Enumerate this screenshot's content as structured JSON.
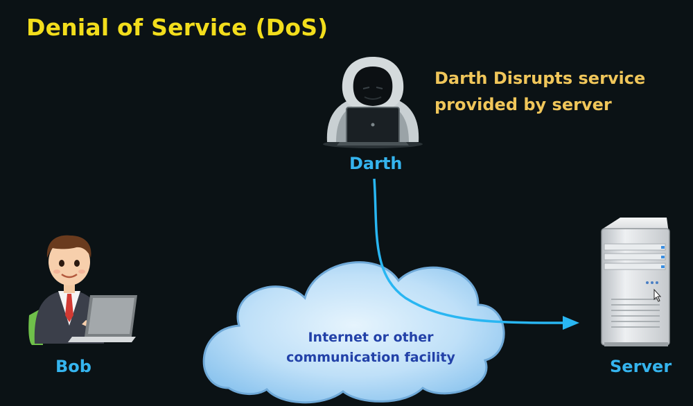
{
  "title": "Denial of Service (DoS)",
  "note": {
    "line1": "Darth Disrupts service",
    "line2": "provided by server"
  },
  "labels": {
    "darth": "Darth",
    "bob": "Bob",
    "server": "Server"
  },
  "cloud": {
    "line1": "Internet or other",
    "line2": "communication facility"
  },
  "colors": {
    "title": "#f2dd1c",
    "note": "#f0c65a",
    "label": "#35b4ee",
    "arrow": "#29b6f2",
    "cloud_fill": "#bfe0f8",
    "cloud_text": "#2241a8",
    "background": "#0b1215"
  },
  "icons": [
    "hooded-hacker-icon",
    "businessman-laptop-icon",
    "server-tower-icon",
    "cloud-icon",
    "mouse-cursor-icon"
  ]
}
